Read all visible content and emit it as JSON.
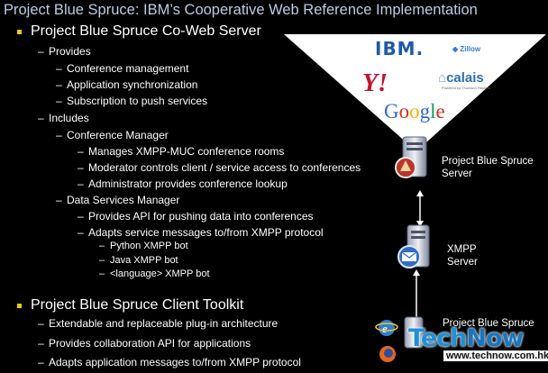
{
  "title": "Project Blue Spruce: IBM’s Cooperative Web Reference Implementation",
  "sections": [
    {
      "heading": "Project Blue Spruce Co-Web Server",
      "items": [
        {
          "label": "Provides",
          "children": [
            {
              "label": "Conference management"
            },
            {
              "label": "Application synchronization"
            },
            {
              "label": "Subscription to push services"
            }
          ]
        },
        {
          "label": "Includes",
          "children": [
            {
              "label": "Conference Manager",
              "children": [
                {
                  "label": "Manages XMPP-MUC conference rooms"
                },
                {
                  "label": "Moderator controls client / service access to conferences"
                },
                {
                  "label": "Administrator provides conference lookup"
                }
              ]
            },
            {
              "label": "Data Services Manager",
              "children": [
                {
                  "label": "Provides API for pushing data into conferences"
                },
                {
                  "label": "Adapts service messages to/from XMPP protocol",
                  "children": [
                    {
                      "label": "Python XMPP bot"
                    },
                    {
                      "label": "Java XMPP bot"
                    },
                    {
                      "label": "<language> XMPP bot"
                    }
                  ]
                }
              ]
            }
          ]
        }
      ]
    },
    {
      "heading": "Project Blue Spruce Client Toolkit",
      "items": [
        {
          "label": "Extendable and replaceable plug-in architecture"
        },
        {
          "label": "Provides collaboration API for applications"
        },
        {
          "label": "Adapts application messages to/from XMPP protocol"
        }
      ]
    }
  ],
  "diagram": {
    "logos": {
      "ibm": "IBM.",
      "zillow": "Zillow",
      "yahoo": "Y!",
      "calais": "calais",
      "calais_sub": "Powered by Thomson Reuters",
      "google": [
        "G",
        "o",
        "o",
        "g",
        "l",
        "e"
      ],
      "google_colors": [
        "#3367d6",
        "#d62d20",
        "#f4b400",
        "#3367d6",
        "#109d58",
        "#d62d20"
      ]
    },
    "servers": [
      {
        "name": "Project Blue Spruce\nServer"
      },
      {
        "name": "XMPP\nServer"
      },
      {
        "name": "Project Blue Spruce"
      }
    ]
  },
  "watermark": {
    "brand_tech": "Tech",
    "brand_now": "Now",
    "url": "www.technow.com.hk"
  },
  "colors": {
    "title": "#b9cde4",
    "bullet": "#f2c318",
    "background": "#000000"
  }
}
